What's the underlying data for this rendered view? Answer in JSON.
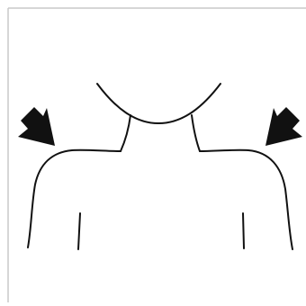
{
  "figure": {
    "subject": "shoulders",
    "markers": [
      {
        "side": "left",
        "icon": "arrow-pointing-down-right-icon"
      },
      {
        "side": "right",
        "icon": "arrow-pointing-down-left-icon"
      }
    ]
  },
  "colors": {
    "background": "#ffffff",
    "frame": "#c8c8c8",
    "outline": "#111111",
    "arrow": "#111111"
  }
}
